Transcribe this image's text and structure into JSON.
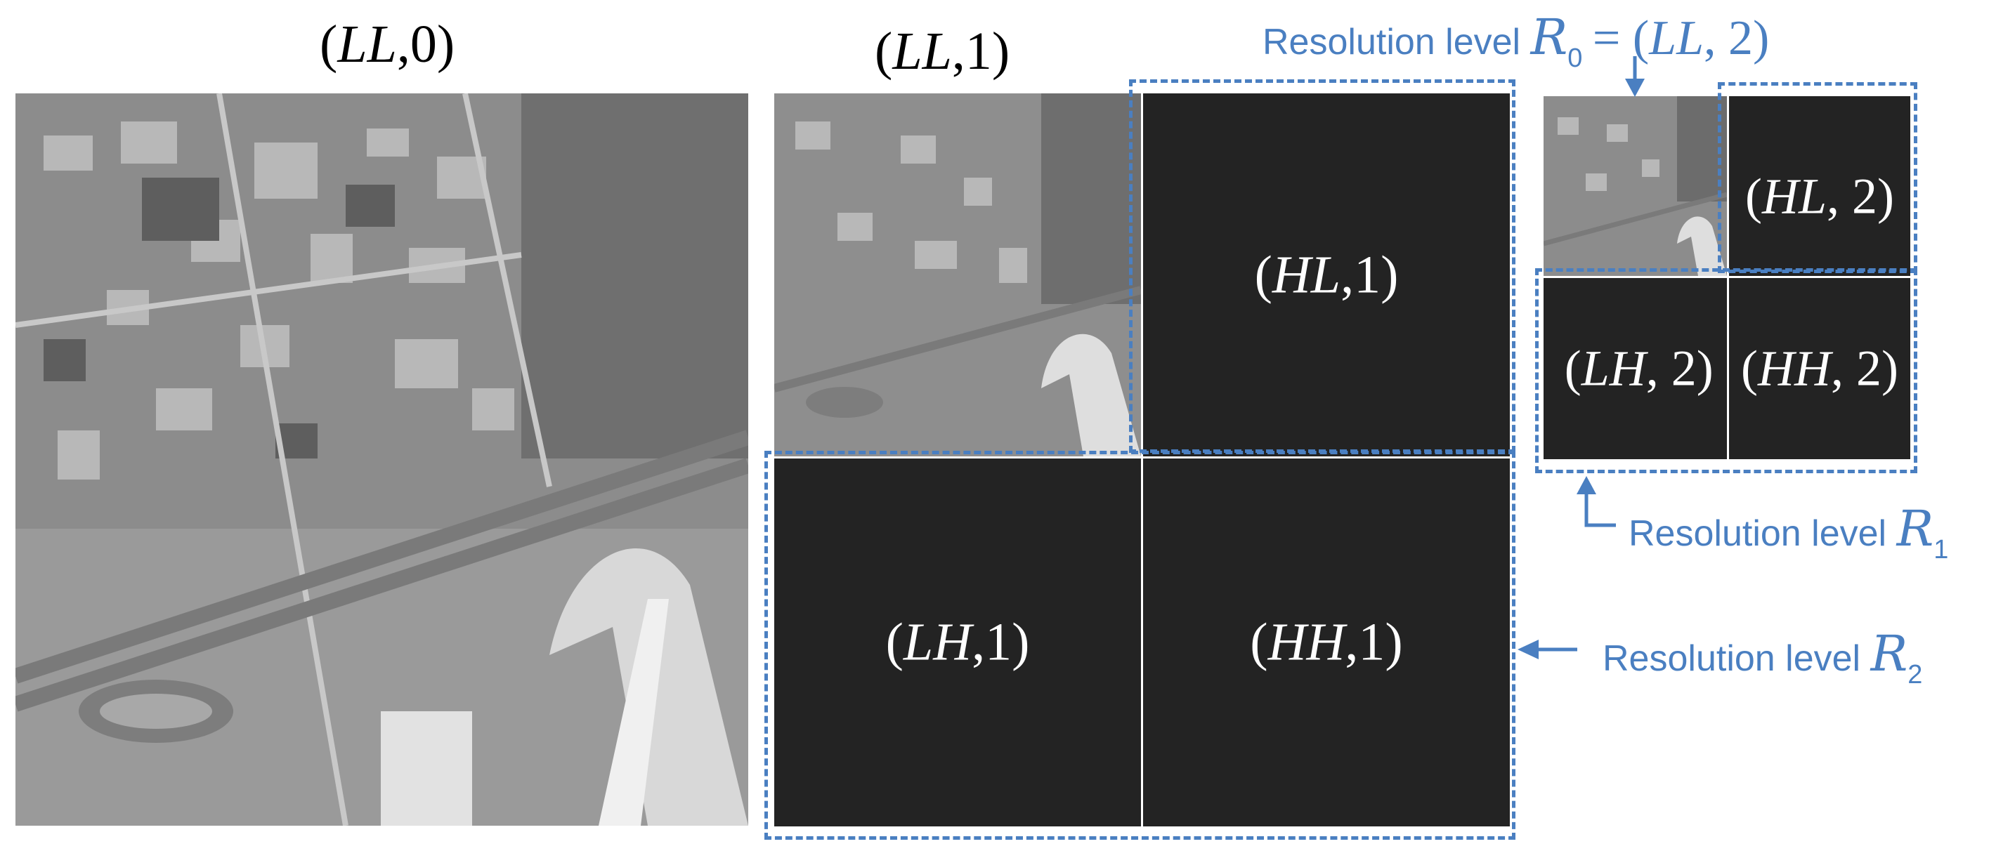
{
  "titles": {
    "left": {
      "open": "(",
      "var": "LL",
      "rest": ",0)"
    },
    "middle": {
      "open": "(",
      "var": "LL",
      "rest": ",1)"
    }
  },
  "subbands_level1": {
    "hl": {
      "open": "(",
      "var": "HL",
      "rest": ",1)"
    },
    "lh": {
      "open": "(",
      "var": "LH",
      "rest": ",1)"
    },
    "hh": {
      "open": "(",
      "var": "HH",
      "rest": ",1)"
    }
  },
  "subbands_level2": {
    "hl": {
      "open": "(",
      "var": "HL",
      "rest": ", 2)"
    },
    "lh": {
      "open": "(",
      "var": "LH",
      "rest": ", 2)"
    },
    "hh": {
      "open": "(",
      "var": "HH",
      "rest": ", 2)"
    }
  },
  "annotations": {
    "r0": {
      "text": "Resolution level",
      "symbol": "R",
      "index": "0",
      "eq": "= (",
      "var": "LL",
      "rest": ", 2)"
    },
    "r1": {
      "text": "Resolution level",
      "symbol": "R",
      "index": "1"
    },
    "r2": {
      "text": "Resolution level",
      "symbol": "R",
      "index": "2"
    }
  },
  "colors": {
    "annotation_blue": "#4a7fc1",
    "subband_dark": "#232323",
    "divider": "#ffffff"
  }
}
